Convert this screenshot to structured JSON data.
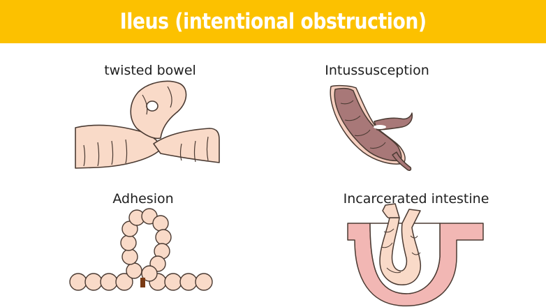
{
  "header": {
    "title": "Ileus (intentional obstruction)"
  },
  "panels": [
    {
      "label": "twisted bowel"
    },
    {
      "label": "Intussusception"
    },
    {
      "label": "Adhesion"
    },
    {
      "label": "Incarcerated intestine"
    }
  ],
  "colors": {
    "banner": "#fcc100",
    "bowel_fill": "#f9dac8",
    "bowel_outline": "#4a3a32",
    "intussusception_fill": "#a87878",
    "intussusception_rim": "#f6cfc0",
    "hernia_wall": "#f2b7b4",
    "adhesion_band": "#7a3a14"
  },
  "icons": [
    "twisted-bowel-illustration",
    "intussusception-illustration",
    "adhesion-illustration",
    "incarcerated-intestine-illustration"
  ]
}
